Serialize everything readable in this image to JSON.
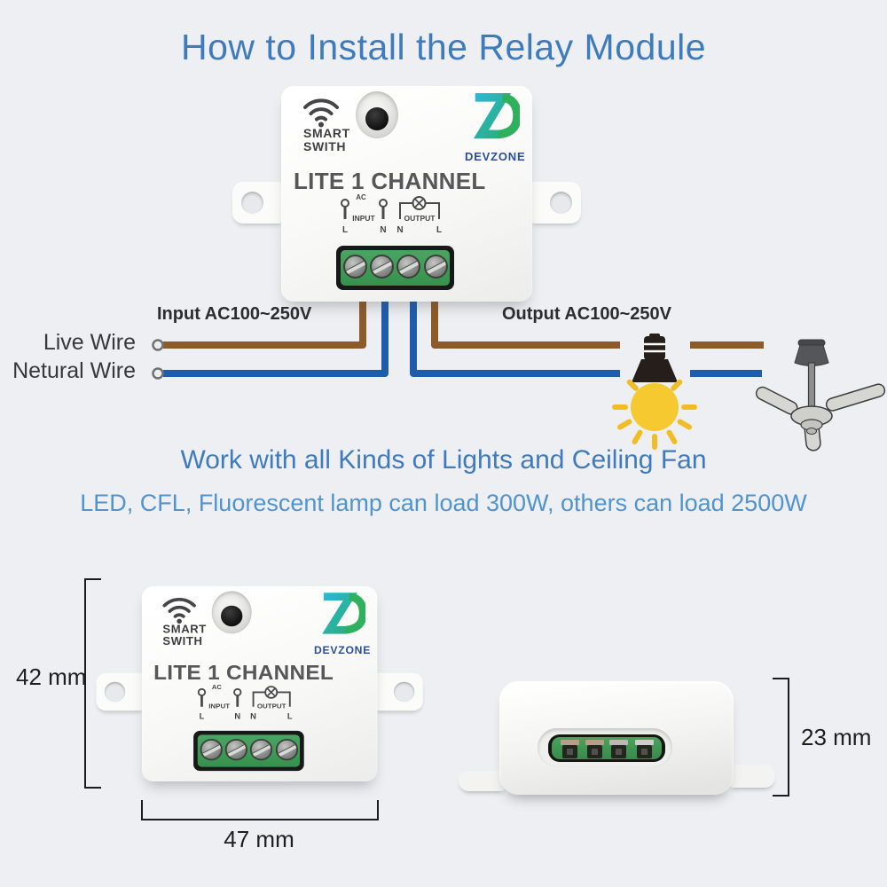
{
  "page": {
    "title": "How to Install the Relay Module",
    "background_color": "#edeff2",
    "title_color": "#3e7bbd"
  },
  "device": {
    "radio_label_line1": "SMART",
    "radio_label_line2": "SWITH",
    "brand": "DEVZONE",
    "model": "LITE 1 CHANNEL",
    "markings": {
      "ac": "AC",
      "input": "INPUT",
      "output": "OUTPUT",
      "input_l": "L",
      "input_n": "N",
      "output_n": "N",
      "output_l": "L"
    },
    "logo_teal": "#29b9d2",
    "logo_green": "#2eb05c",
    "terminal_green": "#3f9b52"
  },
  "wiring": {
    "input_label": "Input AC100~250V",
    "output_label": "Output AC100~250V",
    "live_label": "Live Wire",
    "neutral_label": "Netural Wire",
    "live_color": "#8d5b2a",
    "neutral_color": "#1e5dac"
  },
  "captions": {
    "headline": "Work with all Kinds of Lights and Ceiling Fan",
    "subline": "LED, CFL, Fluorescent lamp can load 300W, others can load 2500W",
    "headline_color": "#3e7bbd",
    "subline_color": "#4f94d1"
  },
  "dimensions": {
    "height": "42 mm",
    "width": "47 mm",
    "depth": "23 mm"
  },
  "icons": {
    "wifi": "wifi-icon",
    "pairing_button": "round-black-button",
    "bulb": "light-bulb-icon",
    "fan": "ceiling-fan-icon",
    "bulb_yellow": "#f6c930"
  }
}
